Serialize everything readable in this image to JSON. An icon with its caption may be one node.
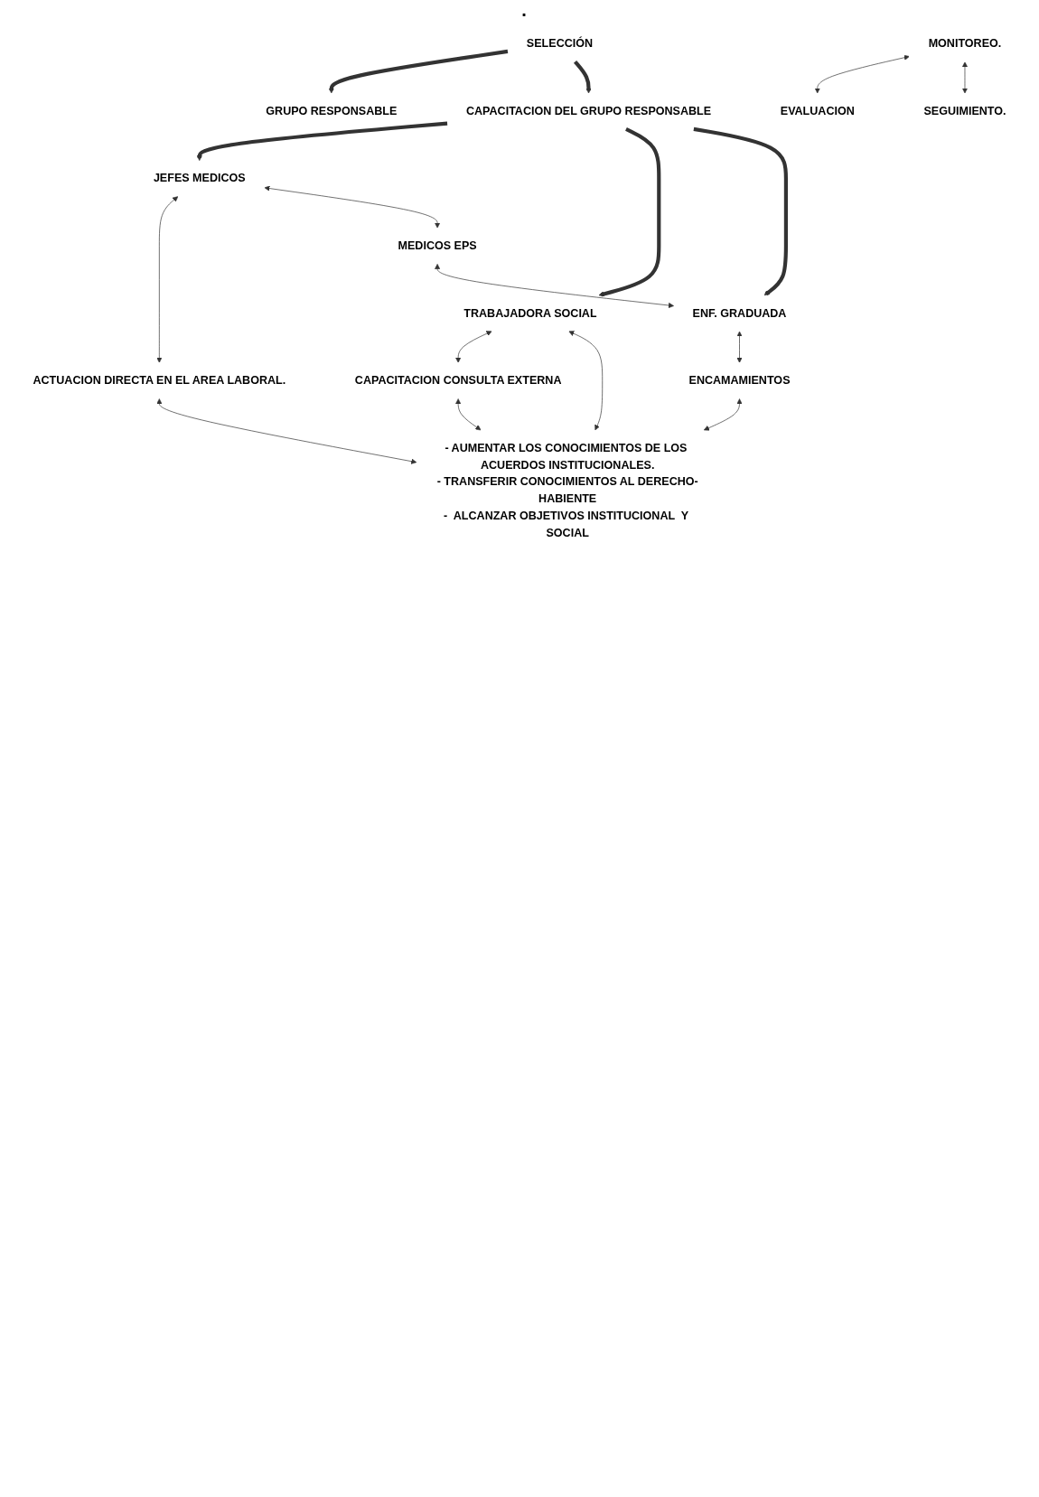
{
  "diagram": {
    "nodes": [
      {
        "text": [
          "SELECCIÓN"
        ]
      },
      {
        "text": [
          "GRUPO RESPONSABLE"
        ]
      },
      {
        "text": [
          "CAPACITACION DEL GRUPO RESPONSABLE"
        ]
      },
      {
        "text": [
          "JEFES MEDICOS"
        ]
      },
      {
        "text": [
          "TRABAJADORA SOCIAL"
        ]
      },
      {
        "text": [
          "ENF. GRADUADA"
        ]
      },
      {
        "text": [
          "MEDICOS EPS"
        ]
      },
      {
        "text": [
          "ACTUACION DIRECTA EN EL AREA LABORAL."
        ]
      },
      {
        "text": [
          "CAPACITACION CONSULTA EXTERNA"
        ]
      },
      {
        "text": [
          "ENCAMAMIENTOS"
        ]
      },
      {
        "text": [
          "- AUMENTAR LOS CONOCIMIENTOS DE LOS ACUERDOS INSTITUCIONALES.",
          "- TRANSFERIR CONOCIMIENTOS AL DERECHO-HABIENTE",
          "-  ALCANZAR OBJETIVOS INSTITUCIONAL  Y SOCIAL"
        ]
      },
      {
        "text": [
          "MONITOREO."
        ]
      },
      {
        "text": [
          "EVALUACION"
        ]
      },
      {
        "text": [
          "SEGUIMIENTO."
        ]
      }
    ],
    "edges": [
      {
        "from": 0,
        "to": 1,
        "arrow": "to",
        "style": "thick"
      },
      {
        "from": 0,
        "to": 2,
        "arrow": "to",
        "style": "thick"
      },
      {
        "from": 2,
        "to": 3,
        "arrow": "to",
        "style": "thick"
      },
      {
        "from": 2,
        "to": 4,
        "arrow": "to",
        "style": "thick"
      },
      {
        "from": 2,
        "to": 5,
        "arrow": "to",
        "style": "thick"
      },
      {
        "from": 3,
        "to": 7,
        "arrow": "both"
      },
      {
        "from": 3,
        "to": 6,
        "arrow": "both"
      },
      {
        "from": 4,
        "to": 8,
        "arrow": "both"
      },
      {
        "from": 4,
        "to": 10,
        "arrow": "both"
      },
      {
        "from": 6,
        "to": 5,
        "arrow": "both"
      },
      {
        "from": 5,
        "to": 9,
        "arrow": "both"
      },
      {
        "from": 7,
        "to": 10,
        "arrow": "both"
      },
      {
        "from": 8,
        "to": 10,
        "arrow": "both"
      },
      {
        "from": 9,
        "to": 10,
        "arrow": "both"
      },
      {
        "from": 11,
        "to": 12,
        "arrow": "both"
      },
      {
        "from": 11,
        "to": 13,
        "arrow": "both"
      }
    ],
    "labels": [
      "."
    ]
  }
}
